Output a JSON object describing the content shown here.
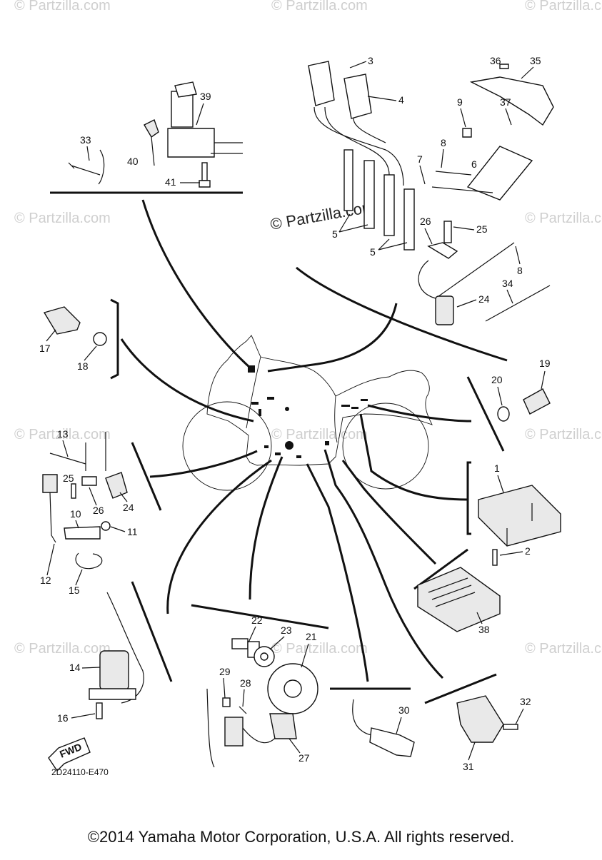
{
  "diagram": {
    "code": "2D24110-E470",
    "fwd_label": "FWD",
    "copyright": "©2014 Yamaha Motor Corporation, U.S.A. All rights reserved.",
    "watermark_main": "© Partzilla.com",
    "watermark_faint": "© Partzilla.com",
    "callouts": {
      "n1": "1",
      "n2": "2",
      "n3": "3",
      "n4": "4",
      "n5a": "5",
      "n5b": "5",
      "n6": "6",
      "n7": "7",
      "n8a": "8",
      "n8b": "8",
      "n9": "9",
      "n10": "10",
      "n11": "11",
      "n12": "12",
      "n13": "13",
      "n14": "14",
      "n15": "15",
      "n16": "16",
      "n17": "17",
      "n18": "18",
      "n19": "19",
      "n20": "20",
      "n21": "21",
      "n22": "22",
      "n23": "23",
      "n24a": "24",
      "n24b": "24",
      "n25a": "25",
      "n25b": "25",
      "n26a": "26",
      "n26b": "26",
      "n27": "27",
      "n28": "28",
      "n29": "29",
      "n30": "30",
      "n31": "31",
      "n32": "32",
      "n33": "33",
      "n34": "34",
      "n35": "35",
      "n36": "36",
      "n37": "37",
      "n38": "38",
      "n39": "39",
      "n40": "40",
      "n41": "41"
    }
  }
}
